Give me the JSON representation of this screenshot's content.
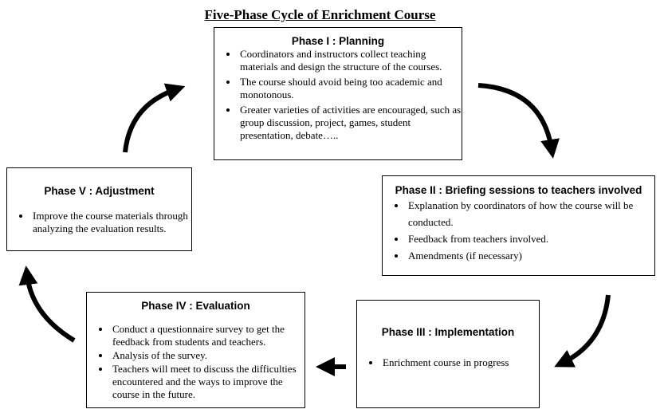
{
  "title": "Five-Phase Cycle of Enrichment Course",
  "phases": [
    {
      "heading": "Phase I : Planning",
      "items": [
        "Coordinators and instructors collect teaching materials and design the structure of the courses.",
        "The course should avoid being too academic and monotonous.",
        "Greater varieties of activities are encouraged, such as group discussion, project, games, student presentation, debate….."
      ]
    },
    {
      "heading": "Phase II : Briefing sessions to teachers involved",
      "items": [
        "Explanation by coordinators of how the course will be conducted.",
        "Feedback from teachers involved.",
        "Amendments (if necessary)"
      ]
    },
    {
      "heading": "Phase III : Implementation",
      "items": [
        "Enrichment course in progress"
      ]
    },
    {
      "heading": "Phase IV : Evaluation",
      "items": [
        "Conduct a questionnaire survey to get the feedback from students and teachers.",
        "Analysis of the survey.",
        "Teachers will meet to discuss the difficulties encountered and the ways to improve the course in the future."
      ]
    },
    {
      "heading": "Phase V : Adjustment",
      "items": [
        "Improve the course materials through analyzing the evaluation results."
      ]
    }
  ]
}
